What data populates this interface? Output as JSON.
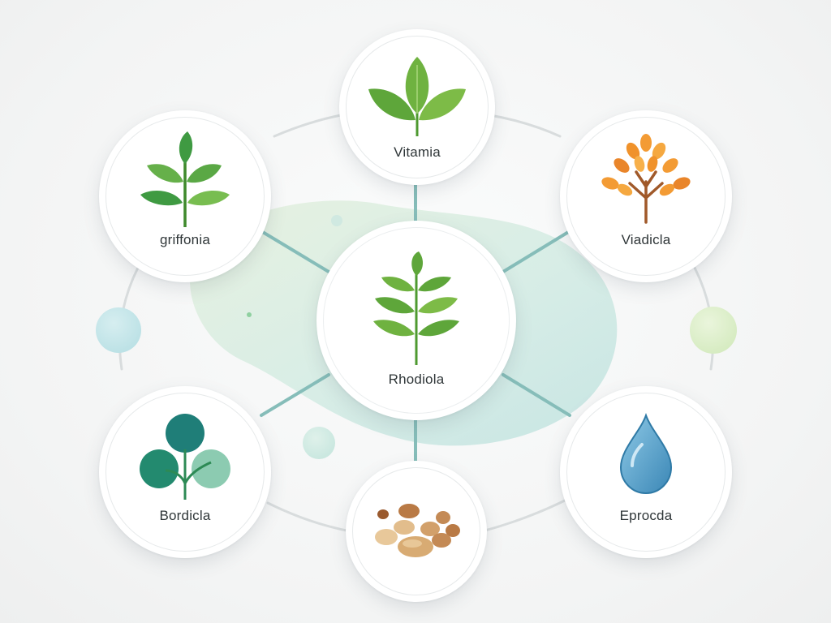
{
  "diagram": {
    "center": {
      "label": "Rhodiola",
      "icon": "leaf-sprig-icon"
    },
    "nodes": [
      {
        "id": "top",
        "label": "Vitamia",
        "icon": "three-leaf-icon"
      },
      {
        "id": "upper-left",
        "label": "griffonia",
        "icon": "leaf-branch-icon"
      },
      {
        "id": "upper-right",
        "label": "Viadicla",
        "icon": "orange-tree-icon"
      },
      {
        "id": "lower-left",
        "label": "Bordicla",
        "icon": "round-leaf-sprout-icon"
      },
      {
        "id": "bottom",
        "label": "",
        "icon": "seeds-icon"
      },
      {
        "id": "lower-right",
        "label": "Eprocda",
        "icon": "water-drop-icon"
      }
    ],
    "colors": {
      "leaf_green": "#5ea63a",
      "leaf_light": "#8cc653",
      "orange": "#f0922b",
      "teal_dark": "#1f7e78",
      "teal_light": "#8ccbb1",
      "water": "#4a9bc4",
      "seed_brown": "#b97a45",
      "connector": "#86bdb9",
      "outer_ring": "#d8dcdd"
    }
  }
}
